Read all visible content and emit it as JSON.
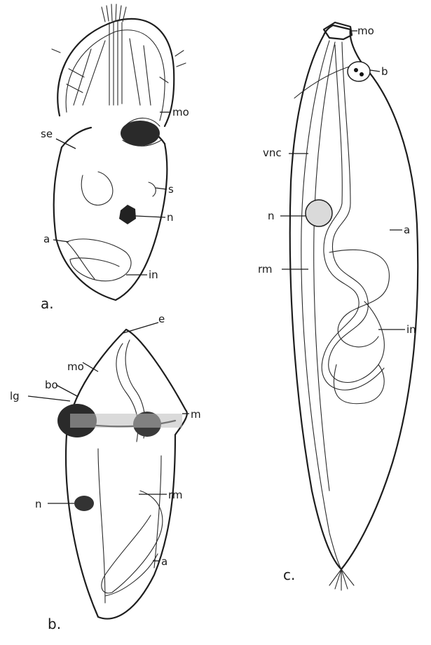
{
  "figure": {
    "a": {
      "panel_label": "a.",
      "labels": {
        "mo": "mo",
        "se": "se",
        "s": "s",
        "n": "n",
        "a": "a",
        "in": "in"
      }
    },
    "b": {
      "panel_label": "b.",
      "labels": {
        "mo": "mo",
        "e": "e",
        "bo": "bo",
        "lg": "lg",
        "m": "m",
        "n": "n",
        "rm": "rm",
        "a": "a"
      }
    },
    "c": {
      "panel_label": "c.",
      "labels": {
        "mo": "mo",
        "b": "b",
        "vnc": "vnc",
        "n": "n",
        "a": "a",
        "rm": "rm",
        "in": "in"
      }
    }
  },
  "colors": {
    "ink": "#1e1e1e",
    "paper": "#ffffff",
    "shade": "#d6d6d6"
  }
}
